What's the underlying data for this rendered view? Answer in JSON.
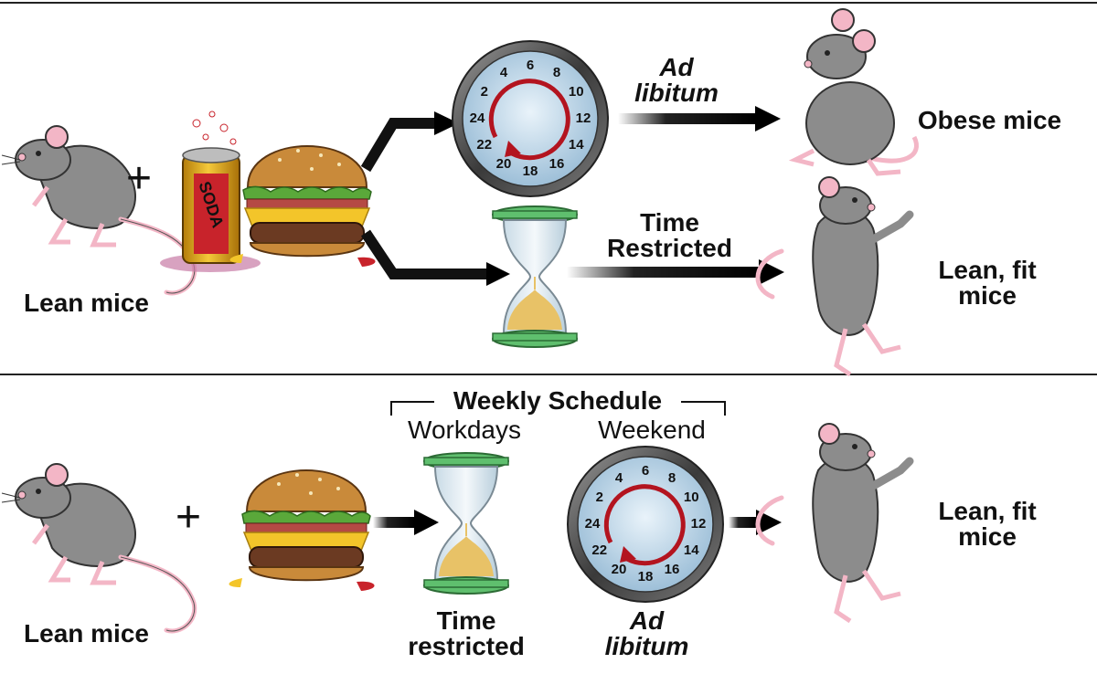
{
  "colors": {
    "mouse_fur": "#8c8c8c",
    "mouse_ear": "#f3b6c6",
    "arrow": "#111111",
    "clock_face": "#cfe3f1",
    "clock_arrow": "#b3141f",
    "hourglass_frame": "#5fbf6e",
    "sand": "#e8c267",
    "soda_can": "#e8b51a",
    "bun": "#c98a3a",
    "lettuce": "#5aa83a",
    "patty": "#6b3a22",
    "cheese": "#f3c52a"
  },
  "top_panel": {
    "lean_mice_label": "Lean mice",
    "plus_sign": "+",
    "soda_text": "SODA",
    "clock_numbers": [
      "6",
      "8",
      "10",
      "12",
      "14",
      "16",
      "18",
      "20",
      "22",
      "24",
      "2",
      "4"
    ],
    "ad_libitum_line1": "Ad",
    "ad_libitum_line2": "libitum",
    "time_restricted_line1": "Time",
    "time_restricted_line2": "Restricted",
    "obese_mice_label": "Obese mice",
    "lean_fit_line1": "Lean, fit",
    "lean_fit_line2": "mice"
  },
  "bottom_panel": {
    "lean_mice_label": "Lean mice",
    "plus_sign": "+",
    "weekly_schedule": "Weekly Schedule",
    "workdays": "Workdays",
    "weekend": "Weekend",
    "clock_numbers": [
      "6",
      "8",
      "10",
      "12",
      "14",
      "16",
      "18",
      "20",
      "22",
      "24",
      "2",
      "4"
    ],
    "time_restricted_line1": "Time",
    "time_restricted_line2": "restricted",
    "ad_libitum_line1": "Ad",
    "ad_libitum_line2": "libitum",
    "lean_fit_line1": "Lean, fit",
    "lean_fit_line2": "mice"
  }
}
